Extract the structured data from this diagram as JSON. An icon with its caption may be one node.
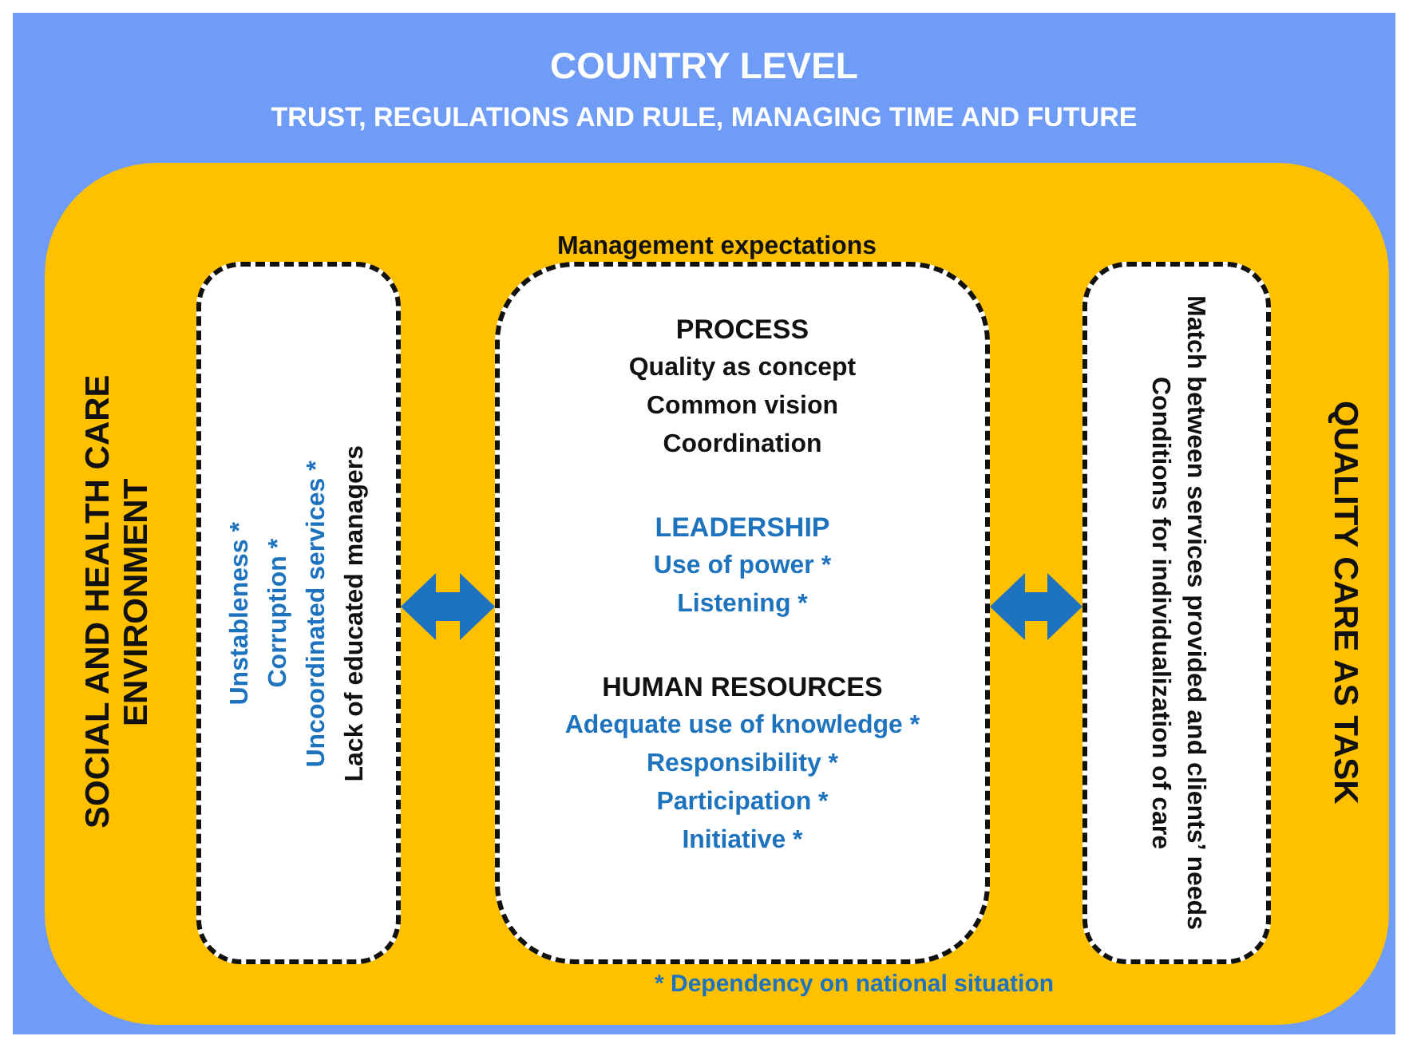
{
  "diagram": {
    "nodes": [
      {
        "text": [
          "COUNTRY LEVEL",
          "TRUST, REGULATIONS AND RULE, MANAGING TIME AND FUTURE"
        ]
      },
      {
        "text": [
          "SOCIAL AND HEALTH CARE ENVIRONMENT",
          "Management expectations",
          "QUALITY CARE AS TASK"
        ],
        "in": 0
      },
      {
        "text": [
          "Unstableness *",
          "Corruption *",
          "Uncoordinated services *",
          "Lack of educated managers"
        ],
        "in": 1
      },
      {
        "text": [
          "PROCESS",
          "Quality as concept",
          "Common vision",
          "Coordination",
          "LEADERSHIP",
          "Use of power *",
          "Listening *",
          "HUMAN RESOURCES",
          "Adequate use of knowledge *",
          "Responsibility *",
          "Participation *",
          "Initiative *"
        ],
        "in": 1
      },
      {
        "text": [
          "Match between services provided and clients’ needs",
          "Conditions for individualization of care"
        ],
        "in": 1
      }
    ],
    "edges": [
      {
        "from": 2,
        "to": 3,
        "arrow": "both"
      },
      {
        "from": 3,
        "to": 4,
        "arrow": "both"
      }
    ],
    "labels": [
      "* Dependency on national situation"
    ]
  }
}
